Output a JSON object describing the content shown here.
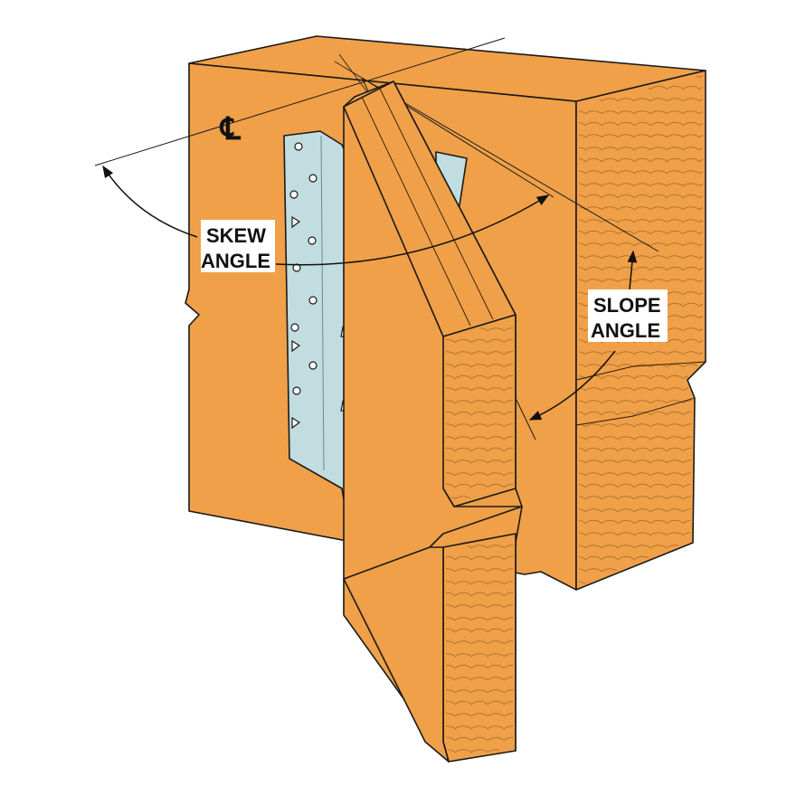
{
  "labels": {
    "centerline_symbol": "℄",
    "skew_line1": "SKEW",
    "skew_line2": "ANGLE",
    "slope_line1": "SLOPE",
    "slope_line2": "ANGLE"
  },
  "colors": {
    "wood": "#f0a048",
    "wood_dark": "#e49238",
    "hanger_steel": "#c2dde0",
    "outline": "#1a1a1a",
    "background": "#ffffff"
  },
  "icons": {
    "arrowhead": "filled-triangle-arrowhead",
    "hole": "nail-hole-circle",
    "triangle_hole": "triangle-nail-hole"
  }
}
